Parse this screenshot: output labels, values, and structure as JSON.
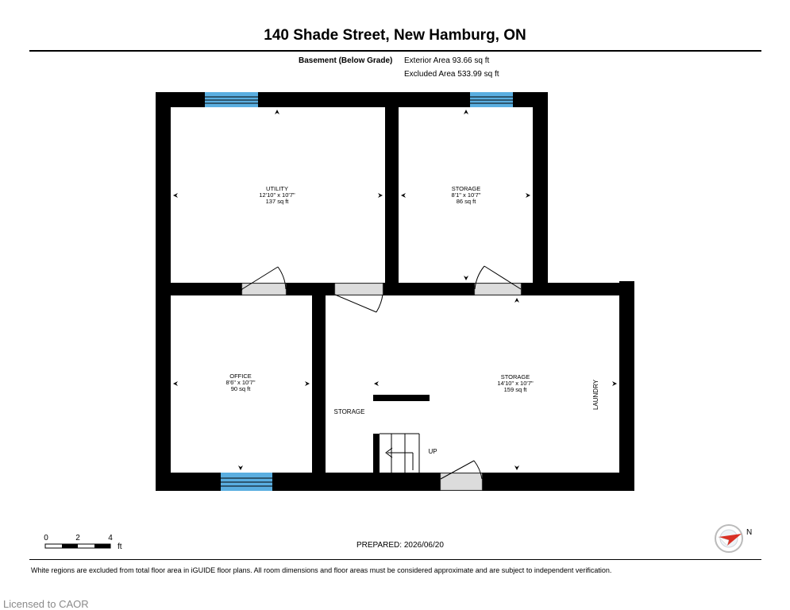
{
  "header": {
    "title": "140 Shade Street, New Hamburg, ON",
    "level_name": "Basement (Below Grade)",
    "exterior_area": "Exterior Area 93.66 sq ft",
    "excluded_area": "Excluded Area 533.99 sq ft"
  },
  "rooms": {
    "utility": {
      "name": "UTILITY",
      "dims": "12'10\" x 10'7\"",
      "area": "137 sq ft"
    },
    "storage_top": {
      "name": "STORAGE",
      "dims": "8'1\" x 10'7\"",
      "area": "86 sq ft"
    },
    "office": {
      "name": "OFFICE",
      "dims": "8'6\" x 10'7\"",
      "area": "90 sq ft"
    },
    "storage_main": {
      "name": "STORAGE",
      "dims": "14'10\" x 10'7\"",
      "area": "159 sq ft"
    }
  },
  "labels": {
    "storage_side": "STORAGE",
    "laundry": "LAUNDRY",
    "stairs_up": "UP"
  },
  "scale": {
    "tick_0": "0",
    "tick_2": "2",
    "tick_4": "4",
    "unit": "ft"
  },
  "compass": {
    "north": "N"
  },
  "prepared": "PREPARED: 2026/06/20",
  "footnote": "White regions are excluded from total floor area in iGUIDE floor plans. All room dimensions and floor areas must be considered approximate and are subject to independent verification.",
  "watermark": "Licensed to CAOR",
  "colors": {
    "wall": "#000000",
    "window": "#5aaee0",
    "door_opening": "#d9d9d9"
  }
}
